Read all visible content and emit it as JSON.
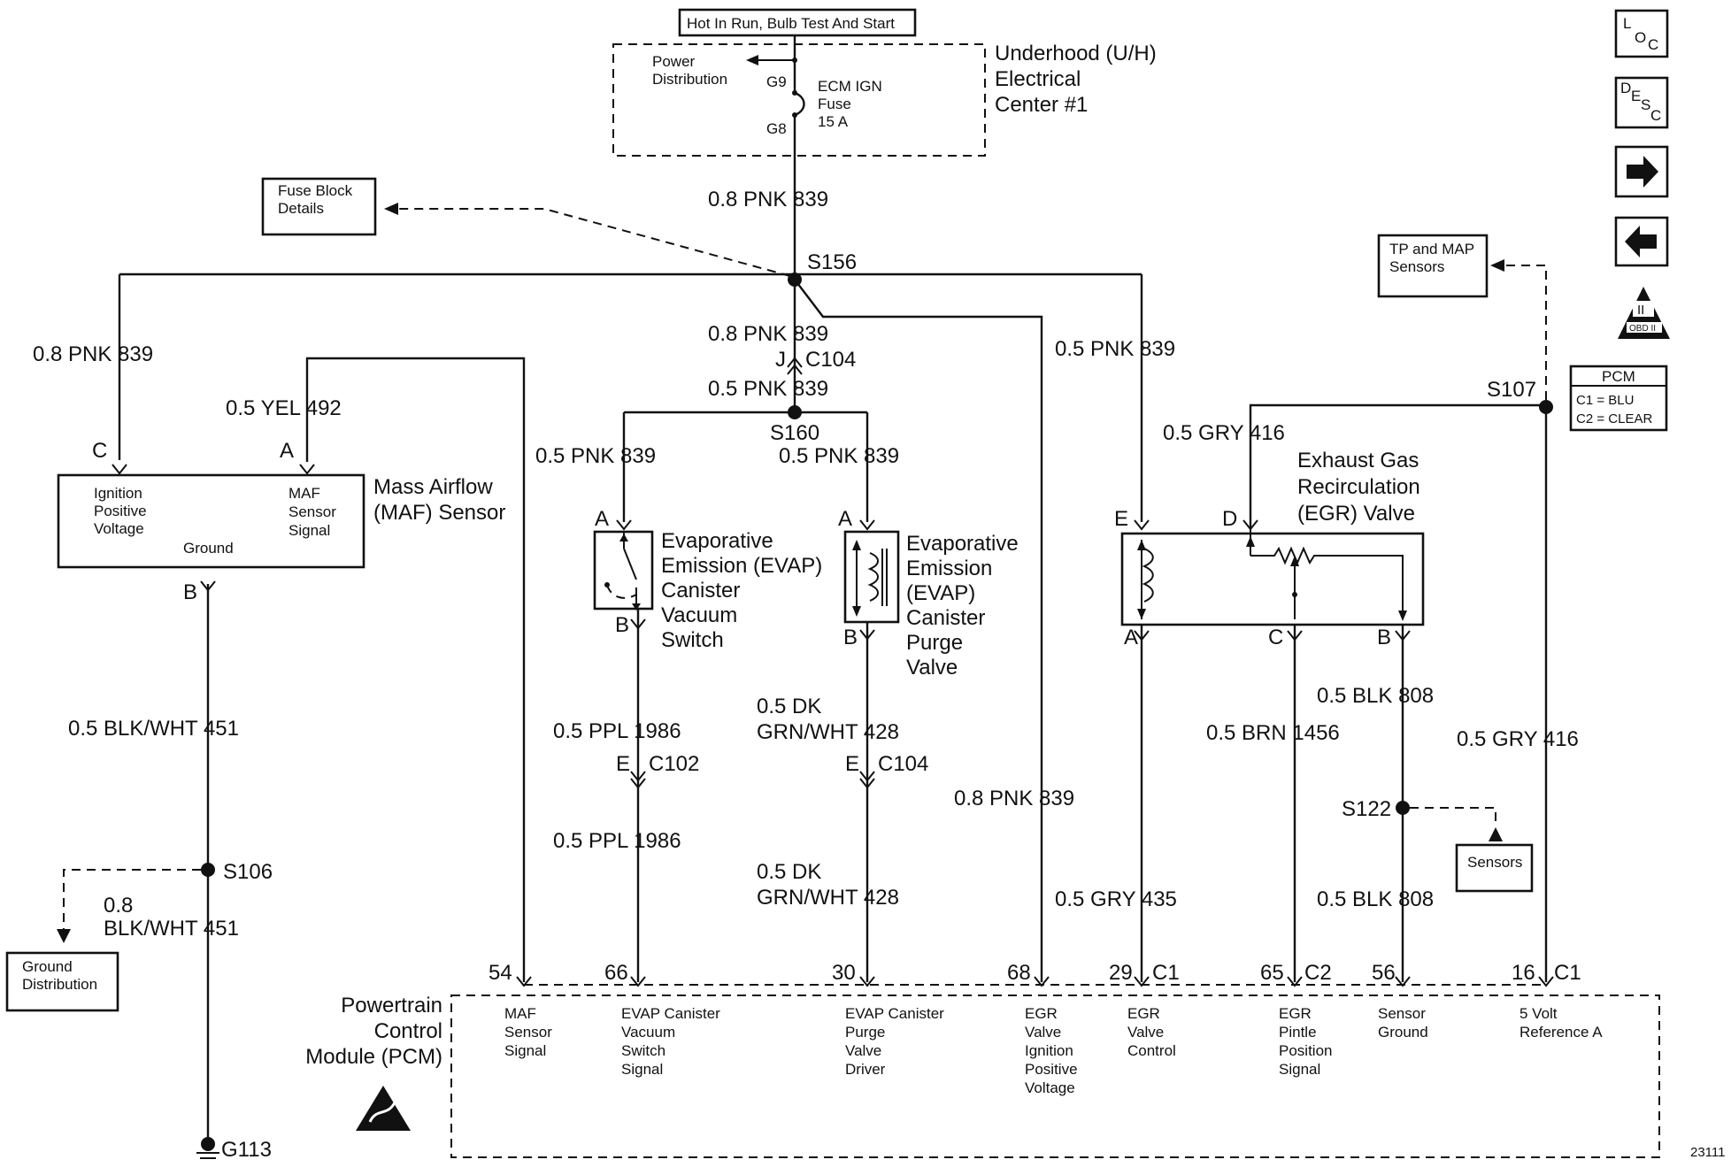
{
  "top": {
    "power_label": "Hot In Run, Bulb Test And Start",
    "uh_center": [
      "Underhood (U/H)",
      "Electrical",
      "Center #1"
    ],
    "power_distribution": [
      "Power",
      "Distribution"
    ],
    "fuse": [
      "ECM IGN",
      "Fuse",
      "15 A"
    ],
    "g9": "G9",
    "g8": "G8"
  },
  "nav": {
    "loc_icon": "L O C",
    "desc_icon": "D E S C",
    "next_icon": "arrow-right",
    "prev_icon": "arrow-left",
    "obd_label": "OBD II"
  },
  "refs": {
    "fuse_block": [
      "Fuse Block",
      "Details"
    ],
    "tp_map": [
      "TP and MAP",
      "Sensors"
    ],
    "sensors": "Sensors",
    "ground_dist": [
      "Ground",
      "Distribution"
    ]
  },
  "pcm_legend": {
    "title": "PCM",
    "c1": "C1 = BLU",
    "c2": "C2 = CLEAR"
  },
  "splices": {
    "s156": "S156",
    "s160": "S160",
    "s107": "S107",
    "s106": "S106",
    "s122": "S122",
    "g113": "G113"
  },
  "wires": {
    "w839_main": "0.8 PNK 839",
    "w839_left": "0.8 PNK 839",
    "w839_c104": "0.8 PNK 839",
    "c104_j": "J",
    "c104": "C104",
    "w839_05a": "0.5 PNK 839",
    "w839_evap1": "0.5 PNK 839",
    "w839_evap2": "0.5 PNK 839",
    "w839_egr": "0.5 PNK 839",
    "w839_pcm68": "0.8 PNK 839",
    "w492": "0.5 YEL 492",
    "w416_top": "0.5 GRY 416",
    "w416_bot": "0.5 GRY 416",
    "w451_a": "0.5 BLK/WHT 451",
    "w451_b1": "0.8",
    "w451_b2": "BLK/WHT 451",
    "w1986_a": "0.5 PPL 1986",
    "w1986_b": "0.5 PPL 1986",
    "c102_e": "E",
    "c102": "C102",
    "w428_a1": "0.5 DK",
    "w428_a2": "GRN/WHT 428",
    "w428_b1": "0.5 DK",
    "w428_b2": "GRN/WHT 428",
    "c104b_e": "E",
    "c104b": "C104",
    "w435": "0.5 GRY 435",
    "w1456": "0.5 BRN 1456",
    "w808_a": "0.5 BLK 808",
    "w808_b": "0.5 BLK 808"
  },
  "maf": {
    "title": [
      "Mass Airflow",
      "(MAF) Sensor"
    ],
    "ign": [
      "Ignition",
      "Positive",
      "Voltage"
    ],
    "sig": [
      "MAF",
      "Sensor",
      "Signal"
    ],
    "ground": "Ground",
    "pin_c": "C",
    "pin_a": "A",
    "pin_b": "B"
  },
  "evap_switch": {
    "title": [
      "Evaporative",
      "Emission (EVAP)",
      "Canister",
      "Vacuum",
      "Switch"
    ],
    "pin_a": "A",
    "pin_b": "B"
  },
  "evap_purge": {
    "title": [
      "Evaporative",
      "Emission",
      "(EVAP)",
      "Canister",
      "Purge",
      "Valve"
    ],
    "pin_a": "A",
    "pin_b": "B"
  },
  "egr": {
    "title": [
      "Exhaust Gas",
      "Recirculation",
      "(EGR) Valve"
    ],
    "pin_e": "E",
    "pin_d": "D",
    "pin_a": "A",
    "pin_c": "C",
    "pin_b": "B"
  },
  "pcm": {
    "title": [
      "Powertrain",
      "Control",
      "Module (PCM)"
    ],
    "pins": [
      {
        "num": "54",
        "conn": "",
        "label": [
          "MAF",
          "Sensor",
          "Signal"
        ]
      },
      {
        "num": "66",
        "conn": "",
        "label": [
          "EVAP Canister",
          "Vacuum",
          "Switch",
          "Signal"
        ]
      },
      {
        "num": "30",
        "conn": "",
        "label": [
          "EVAP Canister",
          "Purge",
          "Valve",
          "Driver"
        ]
      },
      {
        "num": "68",
        "conn": "",
        "label": [
          "EGR",
          "Valve",
          "Ignition",
          "Positive",
          "Voltage"
        ]
      },
      {
        "num": "29",
        "conn": "C1",
        "label": [
          "EGR",
          "Valve",
          "Control"
        ]
      },
      {
        "num": "65",
        "conn": "C2",
        "label": [
          "EGR",
          "Pintle",
          "Position",
          "Signal"
        ]
      },
      {
        "num": "56",
        "conn": "",
        "label": [
          "Sensor",
          "Ground"
        ]
      },
      {
        "num": "16",
        "conn": "C1",
        "label": [
          "5 Volt",
          "Reference A"
        ]
      }
    ]
  },
  "figure_id": "23111"
}
